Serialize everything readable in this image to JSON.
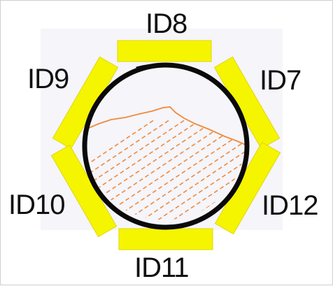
{
  "diagram": {
    "sensors": [
      {
        "id": "id8",
        "label": "ID8"
      },
      {
        "id": "id7",
        "label": "ID7"
      },
      {
        "id": "id12",
        "label": "ID12"
      },
      {
        "id": "id11",
        "label": "ID11"
      },
      {
        "id": "id10",
        "label": "ID10"
      },
      {
        "id": "id9",
        "label": "ID9"
      }
    ],
    "colors": {
      "sensor_fill": "#f5f500",
      "sensor_edge": "#e2d600",
      "pipe": "#0a0a0a",
      "backdrop": "#f5f5fa",
      "fill_outline": "#f08a3c",
      "hatch": "#f08a3c"
    },
    "hatch_style": "dashed-diagonal"
  }
}
